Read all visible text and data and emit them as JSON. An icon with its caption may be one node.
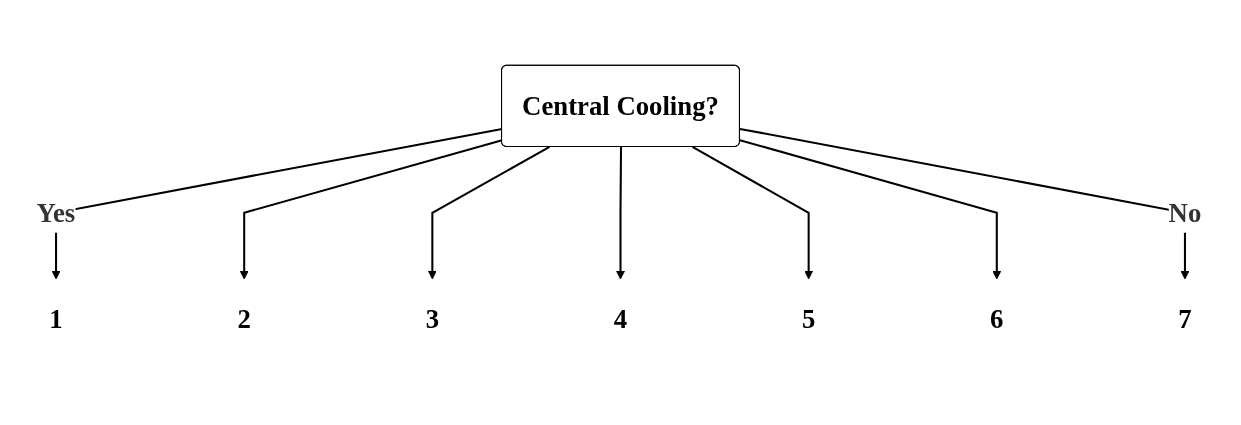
{
  "diagram": {
    "nodes": [
      {
        "text": [
          "Central Cooling?"
        ]
      },
      {
        "text": [
          "1"
        ]
      },
      {
        "text": [
          "2"
        ]
      },
      {
        "text": [
          "3"
        ]
      },
      {
        "text": [
          "4"
        ]
      },
      {
        "text": [
          "5"
        ]
      },
      {
        "text": [
          "6"
        ]
      },
      {
        "text": [
          "7"
        ]
      }
    ],
    "edges": [
      {
        "from": 0,
        "to": 1,
        "arrow": "to",
        "label": "Yes"
      },
      {
        "from": 0,
        "to": 2,
        "arrow": "to"
      },
      {
        "from": 0,
        "to": 3,
        "arrow": "to"
      },
      {
        "from": 0,
        "to": 4,
        "arrow": "to"
      },
      {
        "from": 0,
        "to": 5,
        "arrow": "to"
      },
      {
        "from": 0,
        "to": 6,
        "arrow": "to"
      },
      {
        "from": 0,
        "to": 7,
        "arrow": "to",
        "label": "No"
      }
    ]
  }
}
